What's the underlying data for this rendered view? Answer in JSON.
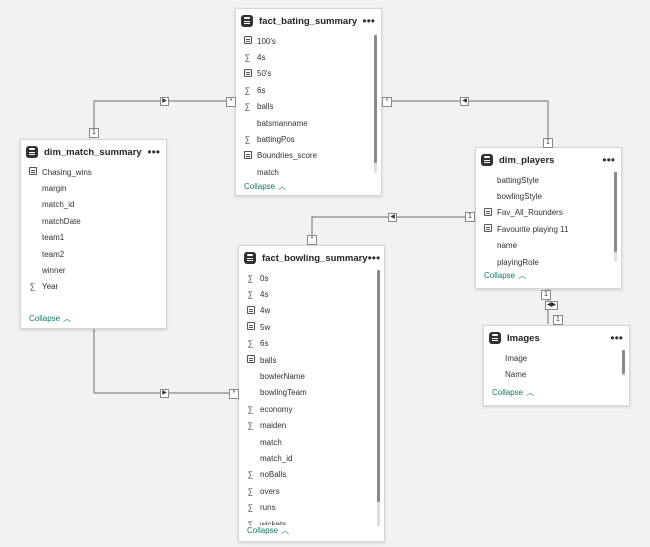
{
  "tables": {
    "bating": {
      "title": "fact_bating_summary",
      "collapse": "Collapse",
      "fields": [
        {
          "name": "100's",
          "icon": "calc"
        },
        {
          "name": "4s",
          "icon": "sigma"
        },
        {
          "name": "50's",
          "icon": "calc"
        },
        {
          "name": "6s",
          "icon": "sigma"
        },
        {
          "name": "balls",
          "icon": "sigma"
        },
        {
          "name": "batsmanname",
          "icon": "none"
        },
        {
          "name": "battingPos",
          "icon": "sigma"
        },
        {
          "name": "Boundries_score",
          "icon": "calc"
        },
        {
          "name": "match",
          "icon": "none"
        }
      ]
    },
    "match": {
      "title": "dim_match_summary",
      "collapse": "Collapse",
      "fields": [
        {
          "name": "Chasing_wins",
          "icon": "calc"
        },
        {
          "name": "margin",
          "icon": "none"
        },
        {
          "name": "match_id",
          "icon": "none"
        },
        {
          "name": "matchDate",
          "icon": "none"
        },
        {
          "name": "team1",
          "icon": "none"
        },
        {
          "name": "team2",
          "icon": "none"
        },
        {
          "name": "winner",
          "icon": "none"
        },
        {
          "name": "Year",
          "icon": "sigma"
        }
      ]
    },
    "players": {
      "title": "dim_players",
      "collapse": "Collapse",
      "fields": [
        {
          "name": "battingStyle",
          "icon": "none"
        },
        {
          "name": "bowlingStyle",
          "icon": "none"
        },
        {
          "name": "Fav_All_Rounders",
          "icon": "calc"
        },
        {
          "name": "Favourite playing 11",
          "icon": "calc"
        },
        {
          "name": "name",
          "icon": "none"
        },
        {
          "name": "playingRole",
          "icon": "none"
        }
      ]
    },
    "bowling": {
      "title": "fact_bowling_summary",
      "collapse": "Collapse",
      "fields": [
        {
          "name": "0s",
          "icon": "sigma"
        },
        {
          "name": "4s",
          "icon": "sigma"
        },
        {
          "name": "4w",
          "icon": "calc"
        },
        {
          "name": "5w",
          "icon": "calc"
        },
        {
          "name": "6s",
          "icon": "sigma"
        },
        {
          "name": "balls",
          "icon": "calc"
        },
        {
          "name": "bowlerName",
          "icon": "none"
        },
        {
          "name": "bowlingTeam",
          "icon": "none"
        },
        {
          "name": "economy",
          "icon": "sigma"
        },
        {
          "name": "maiden",
          "icon": "sigma"
        },
        {
          "name": "match",
          "icon": "none"
        },
        {
          "name": "match_id",
          "icon": "none"
        },
        {
          "name": "noBalls",
          "icon": "sigma"
        },
        {
          "name": "overs",
          "icon": "sigma"
        },
        {
          "name": "runs",
          "icon": "sigma"
        },
        {
          "name": "wickets",
          "icon": "sigma"
        }
      ]
    },
    "images": {
      "title": "Images",
      "collapse": "Collapse",
      "fields": [
        {
          "name": "Image",
          "icon": "none"
        },
        {
          "name": "Name",
          "icon": "none"
        }
      ]
    }
  },
  "cardinality": {
    "one": "1",
    "many": "*"
  },
  "colors": {
    "canvas": "#f3f2f1",
    "line": "#8a8886",
    "collapse": "#117865"
  }
}
